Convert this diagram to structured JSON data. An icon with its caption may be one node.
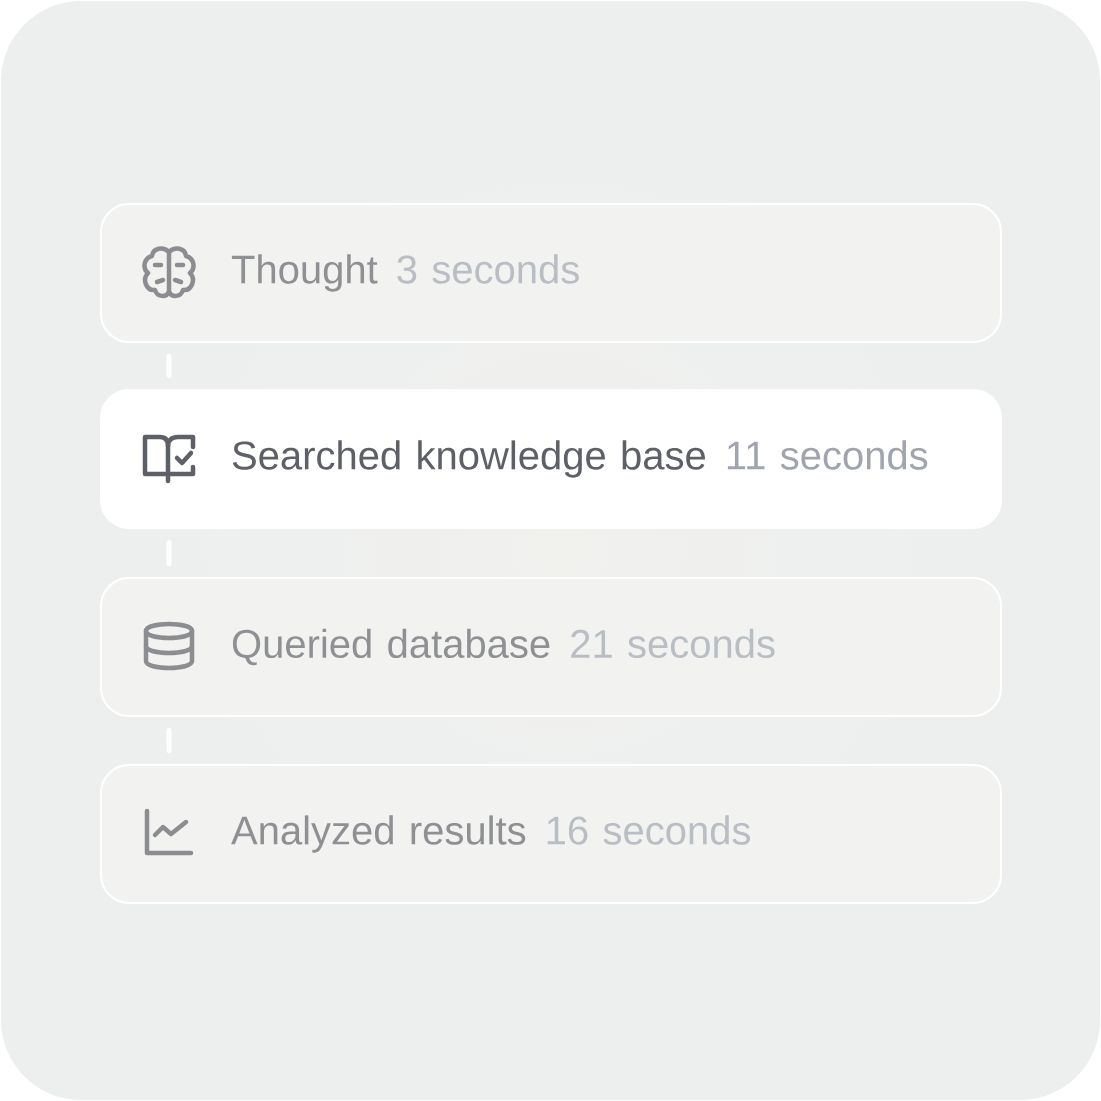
{
  "diagram": {
    "nodes": [
      {
        "text": [
          "Thought",
          "3 seconds"
        ]
      },
      {
        "text": [
          "Searched knowledge base",
          "11 seconds"
        ]
      },
      {
        "text": [
          "Queried database",
          "21 seconds"
        ]
      },
      {
        "text": [
          "Analyzed results",
          "16 seconds"
        ]
      }
    ],
    "edges": [
      {
        "from": 0,
        "to": 1,
        "arrow": "none"
      },
      {
        "from": 1,
        "to": 2,
        "arrow": "none"
      },
      {
        "from": 2,
        "to": 3,
        "arrow": "none"
      }
    ]
  }
}
